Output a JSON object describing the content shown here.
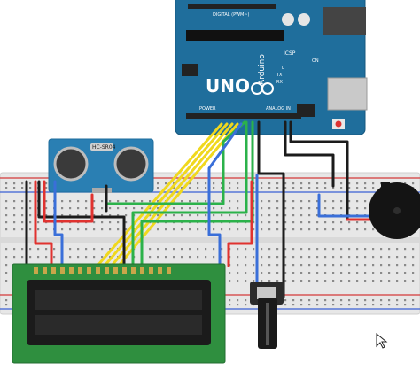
{
  "arduino": {
    "brand": "UNO",
    "model": "Arduino",
    "icsp": "ICSP",
    "digital_label": "DIGITAL (PWM~)",
    "power_label": "POWER",
    "analog_label": "ANALOG IN",
    "tx_label": "TX",
    "rx_label": "RX",
    "l_label": "L",
    "on_label": "ON",
    "board_color": "#1f6e9c",
    "usb_color": "#c9c9c9"
  },
  "sensor": {
    "label": "HC-SR04",
    "board_color": "#2a7fb3"
  },
  "lcd": {
    "board_color": "#2f8f3f",
    "screen_color": "#1b1b1b"
  },
  "colors": {
    "breadboard": "#e7e7e7",
    "rail_red": "#d43a3a",
    "rail_blue": "#3a5fd4",
    "wire_yellow": "#f0d81e",
    "wire_green": "#2bb24a",
    "wire_black": "#1b1b1b",
    "wire_red": "#e0322f",
    "wire_blue": "#3a6fd9",
    "potentiometer": "#2b2b2b",
    "buzzer": "#141414"
  }
}
